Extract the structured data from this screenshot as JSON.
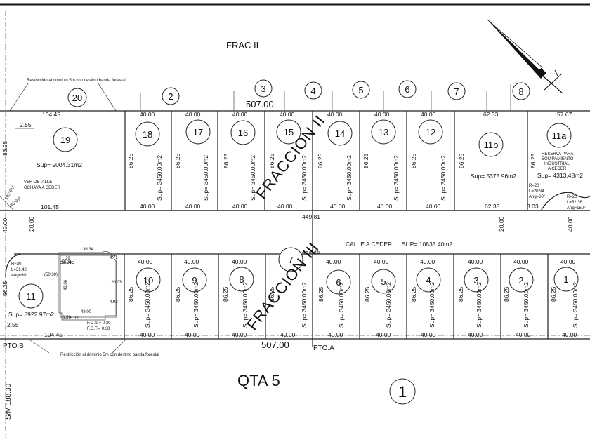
{
  "header": {
    "frac_top": "FRAC II",
    "qta": "QTA 5",
    "sm": "S/M 188.30",
    "big_number": "1"
  },
  "restrictions": {
    "top": "Restricción al dominio 5m con destino banda forestal",
    "bottom": "Restricción al dominio 5m con destino banda forestal"
  },
  "fractions": {
    "ii": "FRACCION II",
    "iii": "FRACCION III"
  },
  "street": {
    "label": "CALLE A CEDER",
    "sup": "SUP= 10835.40m2",
    "len_top": "449.81",
    "len_bottom": "484.45"
  },
  "totals": {
    "top_length": "507.00",
    "bottom_length": "507.00"
  },
  "points": {
    "a": "PTO.A",
    "b": "PTO.B"
  },
  "top_neighbors": [
    "20",
    "2",
    "3",
    "4",
    "5",
    "6",
    "7",
    "8"
  ],
  "top_row": {
    "lot19": {
      "num": "19",
      "sup": "Sup= 9004.31m2",
      "w_top": "104.45",
      "w_bottom": "101.45",
      "side": "83.25",
      "corner": "2.55",
      "ochava1": "VER DETALLE",
      "ochava2": "OCHAVA A CEDER",
      "ang1": "105°0'0\"",
      "ang2": "135°0'0\""
    },
    "lots": [
      {
        "num": "18",
        "sup": "Sup= 3450.00m2",
        "w": "40.00",
        "side": "86.25"
      },
      {
        "num": "17",
        "sup": "Sup= 3450.00m2",
        "w": "40.00",
        "side": "86.25"
      },
      {
        "num": "16",
        "sup": "Sup= 3450.00m2",
        "w": "40.00",
        "side": "86.25"
      },
      {
        "num": "15",
        "sup": "Sup= 3450.00m2",
        "w": "40.00",
        "side": "86.25"
      },
      {
        "num": "14",
        "sup": "Sup= 3450.00m2",
        "w": "40.00",
        "side": "86.25"
      },
      {
        "num": "13",
        "sup": "Sup= 3450.00m2",
        "w": "40.00",
        "side": "86.25"
      },
      {
        "num": "12",
        "sup": "Sup= 3450.00m2",
        "w": "40.00",
        "side": "86.25"
      }
    ],
    "lot11b": {
      "num": "11b",
      "sup": "Sup= 5375.96m2",
      "w": "62.33",
      "side": "86.25"
    },
    "lot11a": {
      "num": "11a",
      "sup": "Sup= 4313.48m2",
      "w": "57.67",
      "side": "86.25",
      "res1": "RESERVA PARA",
      "res2": "EQUIPAMIENTO",
      "res3": "INDUSTRIAL",
      "res4": "A CEDER"
    },
    "curve1": {
      "r": "R=20",
      "l": "L=20.94",
      "a": "Ang=60°"
    },
    "curve2": {
      "r": "R=20",
      "l": "L=52.36",
      "a": "Ang=150°"
    },
    "small_dim": "3.03"
  },
  "bottom_row": {
    "lot11": {
      "num": "11",
      "sup": "Sup= 8922.97m2",
      "w_top": "84.45",
      "w_bottom": "104.45",
      "side": "56.25",
      "corner": "2.55",
      "r": "R=20",
      "l": "L=31.42",
      "a": "Ang=90°",
      "fos": "F.O.S.= 0.30",
      "fot": "F.O.T.= 0.38",
      "bld_w": "48.00",
      "bld_top": "36.34",
      "bld_side": "43.86",
      "bld_d1": "(50.30)",
      "bld_d2": "1.29",
      "bld_d3": "4.93",
      "bld_d4": "5.02",
      "bld_d5": "8.56",
      "bld_d6": "20.03",
      "bld_d7": "2.23",
      "bld_d8": "4.71"
    },
    "lots": [
      {
        "num": "10",
        "sup": "Sup= 3450.00m2",
        "w": "40.00",
        "side": "86.25"
      },
      {
        "num": "9",
        "sup": "Sup= 3450.00m2",
        "w": "40.00",
        "side": "86.25"
      },
      {
        "num": "8",
        "sup": "Sup= 3450.00m2",
        "w": "40.00",
        "side": "86.25"
      },
      {
        "num": "7",
        "sup": "Sup= 3450.00m2",
        "w": "40.00",
        "side": "86.25"
      },
      {
        "num": "6",
        "sup": "Sup= 3450.00m2",
        "w": "40.00",
        "side": "86.25"
      },
      {
        "num": "5",
        "sup": "Sup= 3450.00m2",
        "w": "40.00",
        "side": "86.25"
      },
      {
        "num": "4",
        "sup": "Sup= 3450.00m2",
        "w": "40.00",
        "side": "86.25"
      },
      {
        "num": "3",
        "sup": "Sup= 3450.00m2",
        "w": "40.00",
        "side": "86.25"
      },
      {
        "num": "2",
        "sup": "Sup= 3450.00m2",
        "w": "40.00",
        "side": "86.25"
      },
      {
        "num": "1",
        "sup": "Sup= 3450.00m2",
        "w": "40.00",
        "side": "86.25"
      }
    ]
  },
  "street_dims": {
    "left1": "40.00",
    "left2": "20.00",
    "right1": "20.00",
    "right2": "40.00"
  },
  "colors": {
    "line": "#222222",
    "north_arrow": "#111111"
  }
}
